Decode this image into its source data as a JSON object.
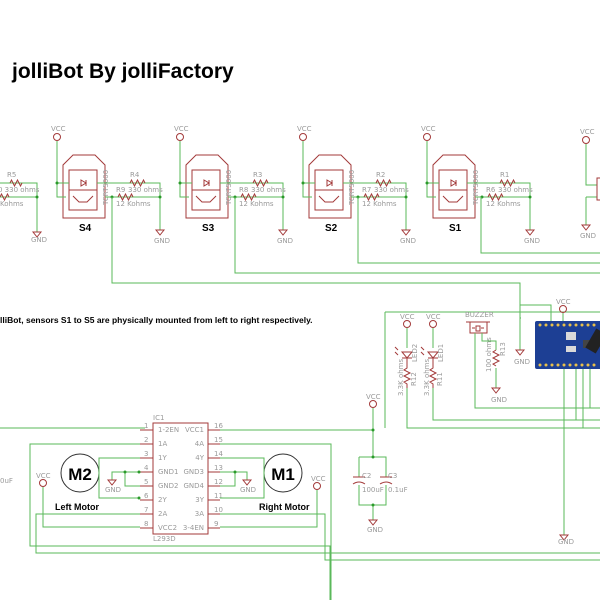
{
  "title": "jolliBot By jolliFactory",
  "note": "lliBot, sensors S1 to S5 are physically mounted from left to right respectively.",
  "power_labels": {
    "vcc": "VCC",
    "gnd": "GND"
  },
  "sensors": [
    {
      "name": "S4",
      "part": "TCRT5000",
      "r_top": "R4",
      "r_top_val": "330 ohms",
      "r_bot": "R9",
      "r_bot_val": "12 Kohms"
    },
    {
      "name": "S3",
      "part": "TCRT5000",
      "r_top": "R3",
      "r_top_val": "330 ohms",
      "r_bot": "R8",
      "r_bot_val": "12 Kohms"
    },
    {
      "name": "S2",
      "part": "TCRT5000",
      "r_top": "R2",
      "r_top_val": "330 ohms",
      "r_bot": "R7",
      "r_bot_val": "12 Kohms"
    },
    {
      "name": "S1",
      "part": "TCRT5000",
      "r_top": "R1",
      "r_top_val": "330 ohms",
      "r_bot": "R6",
      "r_bot_val": "12 Kohms"
    }
  ],
  "partial_left": {
    "r": "R5",
    "r_val": "0 330 ohms",
    "r2_val": "Kohms",
    "cap_val": "0uF"
  },
  "leds": [
    {
      "name": "LED2",
      "r": "R12",
      "r_val": "3.3K ohms"
    },
    {
      "name": "LED1",
      "r": "R11",
      "r_val": "3.3K ohms"
    }
  ],
  "buzzer": {
    "label": "BUZZER",
    "r": "R13",
    "r_val": "100 ohms"
  },
  "ic": {
    "ref": "IC1",
    "part": "L293D",
    "left_pins": [
      {
        "num": "1",
        "name": "1-2EN"
      },
      {
        "num": "2",
        "name": "1A"
      },
      {
        "num": "3",
        "name": "1Y"
      },
      {
        "num": "4",
        "name": "GND1"
      },
      {
        "num": "5",
        "name": "GND2"
      },
      {
        "num": "6",
        "name": "2Y"
      },
      {
        "num": "7",
        "name": "2A"
      },
      {
        "num": "8",
        "name": "VCC2"
      }
    ],
    "right_pins": [
      {
        "num": "16",
        "name": "VCC1"
      },
      {
        "num": "15",
        "name": "4A"
      },
      {
        "num": "14",
        "name": "4Y"
      },
      {
        "num": "13",
        "name": "GND3"
      },
      {
        "num": "12",
        "name": "GND4"
      },
      {
        "num": "11",
        "name": "3Y"
      },
      {
        "num": "10",
        "name": "3A"
      },
      {
        "num": "9",
        "name": "3-4EN"
      }
    ]
  },
  "motors": [
    {
      "name": "M2",
      "caption": "Left Motor"
    },
    {
      "name": "M1",
      "caption": "Right Motor"
    }
  ],
  "caps": [
    {
      "ref": "C2",
      "val": "100uF"
    },
    {
      "ref": "C3",
      "val": "0.1uF"
    }
  ],
  "colors": {
    "wire": "#5ab85a",
    "part": "#a33a3a",
    "text": "#9a9a9a",
    "board": "#1d3f94"
  }
}
